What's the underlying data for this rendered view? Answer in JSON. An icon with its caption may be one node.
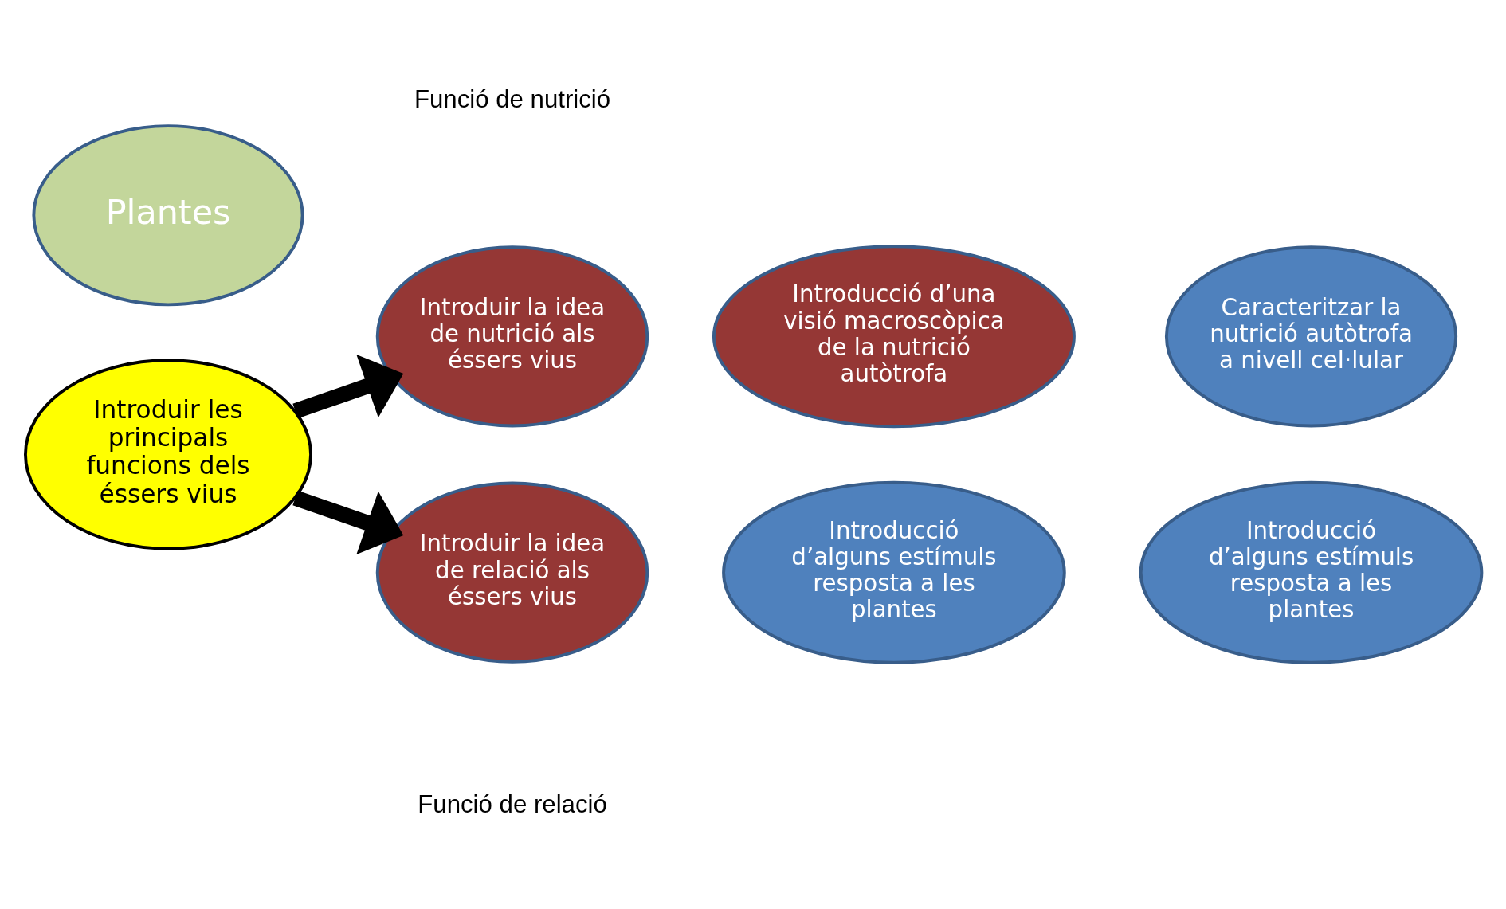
{
  "diagram": {
    "nodes": [
      {
        "text": [
          "Plantes"
        ]
      },
      {
        "text": [
          "Introduir les principals funcions dels éssers vius"
        ]
      },
      {
        "text": [
          "Introduir la idea de nutrició als éssers vius"
        ]
      },
      {
        "text": [
          "Introducció d’una visió macroscòpica de la nutrició autòtrofa"
        ]
      },
      {
        "text": [
          "Caracteritzar la nutrició autòtrofa a nivell cel·lular"
        ]
      },
      {
        "text": [
          "Introduir la idea de relació als éssers vius"
        ]
      },
      {
        "text": [
          "Introducció d’alguns estímuls resposta a les plantes"
        ]
      },
      {
        "text": [
          "Introducció d’alguns estímuls resposta a les plantes"
        ]
      }
    ],
    "edges": [
      {
        "from": 1,
        "to": 2,
        "arrow": "to"
      },
      {
        "from": 1,
        "to": 5,
        "arrow": "to"
      }
    ],
    "labels": [
      "Funció de nutrició",
      "Funció de relació"
    ]
  }
}
